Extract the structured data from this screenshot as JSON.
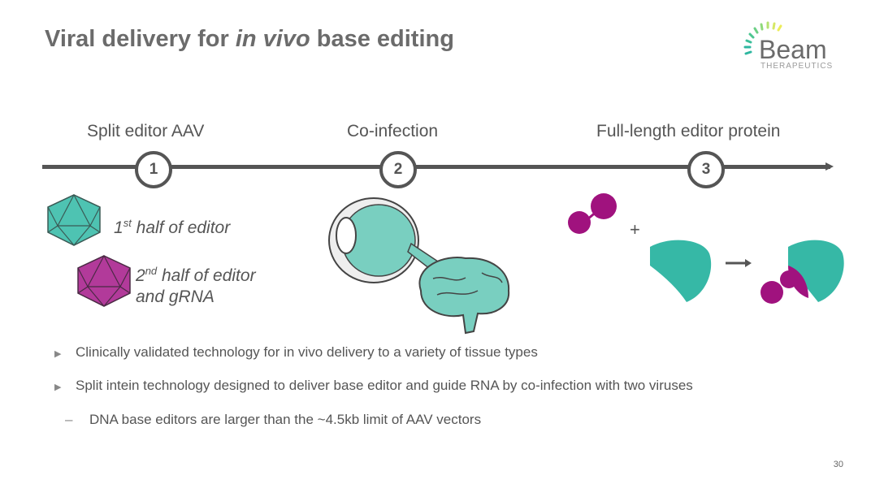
{
  "title": {
    "prefix": "Viral delivery for ",
    "italic": "in vivo",
    "suffix": " base editing"
  },
  "logo": {
    "name": "Beam",
    "subtitle": "THERAPEUTICS"
  },
  "steps": [
    {
      "number": "1",
      "label": "Split editor AAV"
    },
    {
      "number": "2",
      "label": "Co-infection"
    },
    {
      "number": "3",
      "label": "Full-length editor protein"
    }
  ],
  "aav": {
    "first": {
      "ordinal": "1",
      "sup": "st",
      "text": " half of editor"
    },
    "second": {
      "ordinal": "2",
      "sup": "nd",
      "text": " half of editor",
      "line2": "and gRNA"
    }
  },
  "plus": "+",
  "bullets": [
    "Clinically validated technology for in vivo delivery to a variety of tissue types",
    "Split intein technology designed to deliver base editor and guide RNA by co-infection with two viruses"
  ],
  "subbullets": [
    "DNA base editors are larger than the ~4.5kb limit of AAV vectors"
  ],
  "bullet_marker": "▶",
  "sub_marker": "–",
  "page_number": "30",
  "colors": {
    "teal": "#3dbfad",
    "magenta": "#a0127e",
    "gray": "#555555"
  }
}
